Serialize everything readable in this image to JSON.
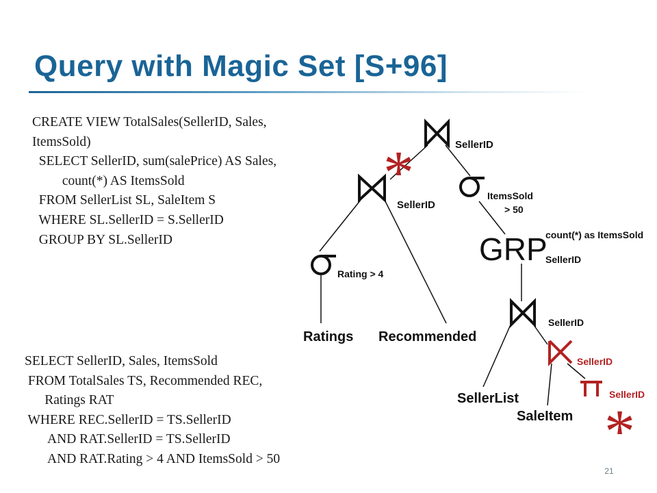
{
  "slide": {
    "title": "Query with Magic Set [S+96]",
    "page_number": "21"
  },
  "view_sql": {
    "lines": [
      "CREATE VIEW TotalSales(SellerID, Sales,",
      "ItemsSold)",
      "  SELECT SellerID, sum(salePrice) AS Sales,",
      "         count(*) AS ItemsSold",
      "  FROM SellerList SL, SaleItem S",
      "  WHERE SL.SellerID = S.SellerID",
      "  GROUP BY SL.SellerID"
    ]
  },
  "query_sql": {
    "lines": [
      "SELECT SellerID, Sales, ItemsSold",
      " FROM TotalSales TS, Recommended REC,",
      "      Ratings RAT",
      " WHERE REC.SellerID = TS.SellerID",
      "       AND RAT.SellerID = TS.SellerID",
      "       AND RAT.Rating > 4 AND ItemsSold > 50"
    ]
  },
  "plan_tree": {
    "top_join_label": "SellerID",
    "mid_join_label": "SellerID",
    "select_items_label_1": "ItemsSold",
    "select_items_label_2": "> 50",
    "grp_symbol": "GRP",
    "grp_aggregate_label": "count(*) as ItemsSold",
    "grp_groupby_label": "SellerID",
    "select_rating_label": "Rating > 4",
    "relation_ratings": "Ratings",
    "relation_recommended": "Recommended",
    "lower_join_label": "SellerID",
    "semijoin_label": "SellerID",
    "project_label": "SellerID",
    "relation_sellerlist": "SellerList",
    "relation_saleitem": "SaleItem",
    "magic_marker_symbol": "*",
    "colors": {
      "accent_title": "#1a6496",
      "magic_red": "#b22222",
      "ink": "#111111"
    }
  }
}
